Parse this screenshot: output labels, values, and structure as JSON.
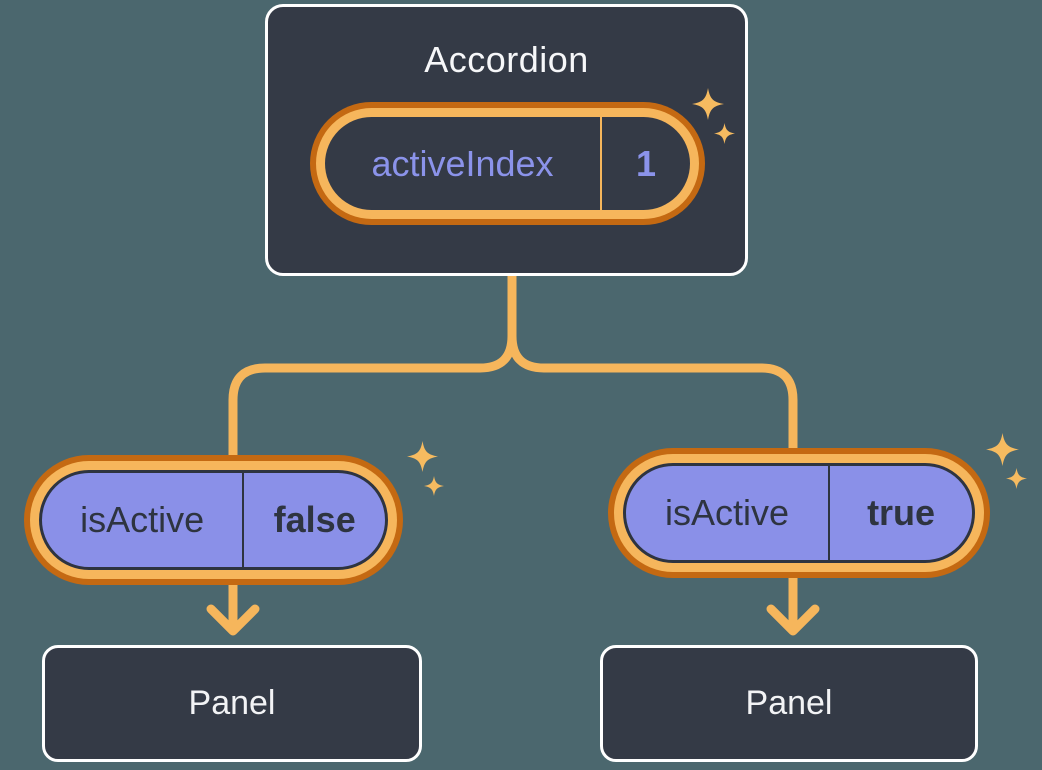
{
  "colors": {
    "background": "#4B676E",
    "card_fill": "#343A46",
    "card_border": "#FFFFFF",
    "orange_dark": "#C46912",
    "orange_light": "#F6B65C",
    "sparkle": "#F6BB60",
    "purple_fill": "#8A90E8",
    "purple_text": "#8B93EA",
    "dark_text": "#2E3440",
    "light_text": "#F6F7F9"
  },
  "icons": {
    "sparkle": "four-point-sparkle"
  },
  "tree": {
    "root": {
      "title": "Accordion",
      "pill": {
        "label": "activeIndex",
        "value": "1"
      }
    },
    "children": [
      {
        "pill": {
          "label": "isActive",
          "value": "false"
        },
        "panel": {
          "title": "Panel"
        }
      },
      {
        "pill": {
          "label": "isActive",
          "value": "true"
        },
        "panel": {
          "title": "Panel"
        }
      }
    ]
  }
}
